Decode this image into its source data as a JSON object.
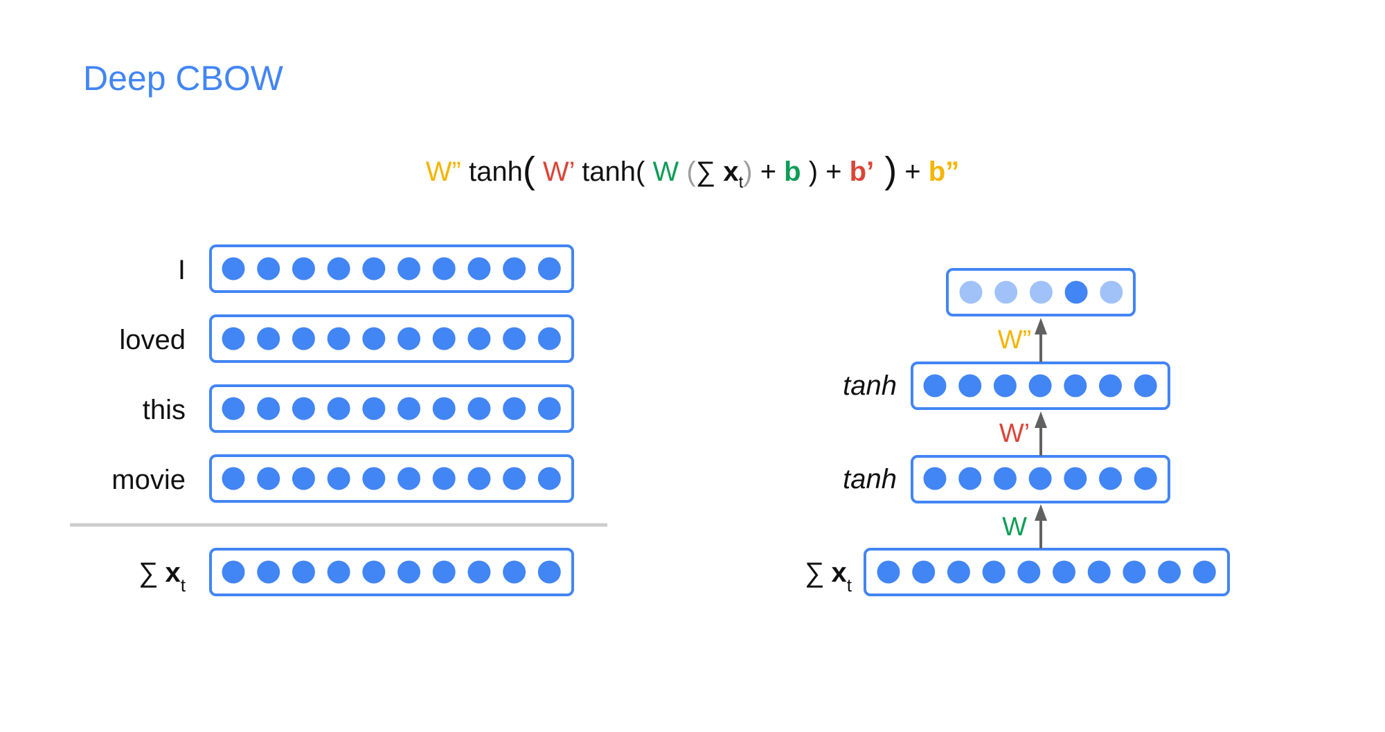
{
  "title": "Deep CBOW",
  "formula": {
    "w2": "W”",
    "tanh_outer": " tanh",
    "w1": " W’",
    "tanh_inner": " tanh(",
    "w0": " W",
    "sum_open": " (",
    "sum": "∑ ",
    "x": "x",
    "t": "t",
    "sum_close": ")",
    "plus1": " + ",
    "b": "b",
    "close1": " ) + ",
    "b1": "b’",
    "plus3": " + ",
    "b2": "b”"
  },
  "left": {
    "words": [
      "I",
      "loved",
      "this",
      "movie"
    ],
    "sum_label": "∑",
    "sum_x": "x",
    "sum_t": "t",
    "dots_per_vector": 10
  },
  "right": {
    "tanh_label": "tanh",
    "weights": {
      "W": "W",
      "W1": "W’",
      "W2": "W”"
    },
    "sum_label": "∑",
    "sum_x": "x",
    "sum_t": "t",
    "input_dots": 10,
    "hidden_dots": 7,
    "output_dots": [
      0.45,
      0.45,
      0.45,
      1.0,
      0.45
    ]
  },
  "colors": {
    "accent": "#4285F4",
    "dot": "#4285F4",
    "dot_faded": "#A0C2F9",
    "box_border": "#4285F4",
    "yellow": "#F4B400",
    "red": "#DB4437",
    "green": "#0F9D58",
    "gray_paren": "#9E9E9E",
    "arrow": "#616161",
    "divider": "#CCCCCC"
  }
}
